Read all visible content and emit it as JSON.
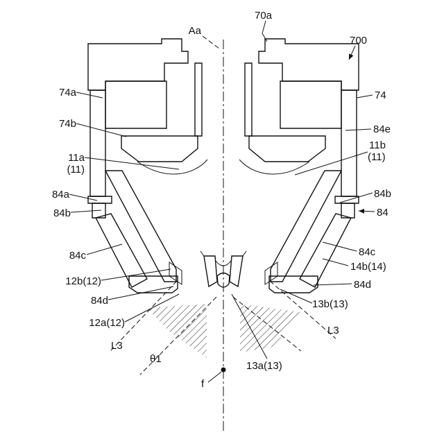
{
  "figure": {
    "labels": {
      "ref_70a": "70a",
      "ref_Aa": "Aa",
      "ref_700": "700",
      "ref_74a": "74a",
      "ref_74b": "74b",
      "ref_11a": "11a",
      "ref_11a_sub": "(11)",
      "ref_84a": "84a",
      "ref_84b_left": "84b",
      "ref_84c_left": "84c",
      "ref_12b": "12b(12)",
      "ref_84d_left": "84d",
      "ref_12a": "12a(12)",
      "ref_L3_left": "L3",
      "ref_theta1": "θ1",
      "ref_f": "f",
      "ref_13a": "13a(13)",
      "ref_L3_right": "L3",
      "ref_13b": "13b(13)",
      "ref_84d_right": "84d",
      "ref_14b": "14b(14)",
      "ref_84c_right": "84c",
      "ref_84": "84",
      "ref_84b_right": "84b",
      "ref_11b": "11b",
      "ref_11b_sub": "(11)",
      "ref_84e": "84e",
      "ref_74": "74"
    },
    "colors": {
      "line": "#111111",
      "background": "#ffffff"
    }
  }
}
